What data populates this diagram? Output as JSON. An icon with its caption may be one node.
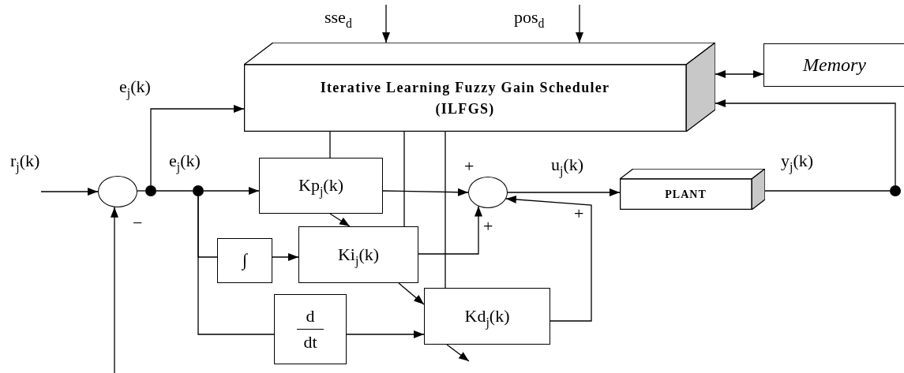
{
  "diagram": {
    "nodes": [
      {
        "text": [
          "Iterative Learning Fuzzy Gain Scheduler",
          "(ILFGS)"
        ]
      },
      {
        "text": [
          "Memory"
        ]
      },
      {
        "text": [],
        "shape": "circle"
      },
      {
        "text": [],
        "shape": "dot"
      },
      {
        "text": [],
        "shape": "dot"
      },
      {
        "text": [
          "Kp$_{j}$(k)"
        ]
      },
      {
        "text": [],
        "shape": "circle"
      },
      {
        "text": [
          "PLANT"
        ]
      },
      {
        "text": [],
        "shape": "dot"
      },
      {
        "text": [
          "∫"
        ]
      },
      {
        "text": [
          "Ki$_{j}$(k)"
        ]
      },
      {
        "text": [
          "d",
          "dt"
        ]
      },
      {
        "text": [
          "Kd$_{j}$(k)"
        ]
      }
    ],
    "edges": [
      {
        "from": null,
        "to": 0,
        "arrow": "to",
        "label": "sse$_{d}$"
      },
      {
        "from": null,
        "to": 0,
        "arrow": "to",
        "label": "pos$_{d}$"
      },
      {
        "from": 0,
        "to": 1,
        "arrow": "both"
      },
      {
        "from": null,
        "to": 2,
        "arrow": "to",
        "label": "r$_{j}$(k)"
      },
      {
        "from": null,
        "to": 2,
        "arrow": "to"
      },
      {
        "from": 2,
        "to": 3,
        "arrow": "none"
      },
      {
        "from": 3,
        "to": 0,
        "arrow": "to",
        "label": "e$_{j}$(k)"
      },
      {
        "from": 3,
        "to": 4,
        "arrow": "none",
        "label": "e$_{j}$(k)"
      },
      {
        "from": 4,
        "to": 5,
        "arrow": "to"
      },
      {
        "from": 4,
        "to": 9,
        "arrow": "none"
      },
      {
        "from": 9,
        "to": 10,
        "arrow": "to"
      },
      {
        "from": 4,
        "to": 11,
        "arrow": "none"
      },
      {
        "from": 11,
        "to": 12,
        "arrow": "to"
      },
      {
        "from": 5,
        "to": 6,
        "arrow": "to"
      },
      {
        "from": 10,
        "to": 6,
        "arrow": "to"
      },
      {
        "from": 12,
        "to": 6,
        "arrow": "to"
      },
      {
        "from": 6,
        "to": 7,
        "arrow": "to",
        "label": "u$_{j}$(k)"
      },
      {
        "from": 7,
        "to": 8,
        "arrow": "none",
        "label": "y$_{j}$(k)"
      },
      {
        "from": 8,
        "to": 0,
        "arrow": "to"
      },
      {
        "from": 0,
        "to": 5,
        "arrow": "none"
      },
      {
        "from": 0,
        "to": 10,
        "arrow": "none"
      },
      {
        "from": 0,
        "to": 12,
        "arrow": "none"
      },
      {
        "from": 5,
        "to": 10,
        "arrow": "to"
      },
      {
        "from": 10,
        "to": 12,
        "arrow": "to"
      },
      {
        "from": 12,
        "to": null,
        "arrow": "to"
      }
    ],
    "labels": [
      "+",
      "+",
      "−",
      "+"
    ]
  }
}
